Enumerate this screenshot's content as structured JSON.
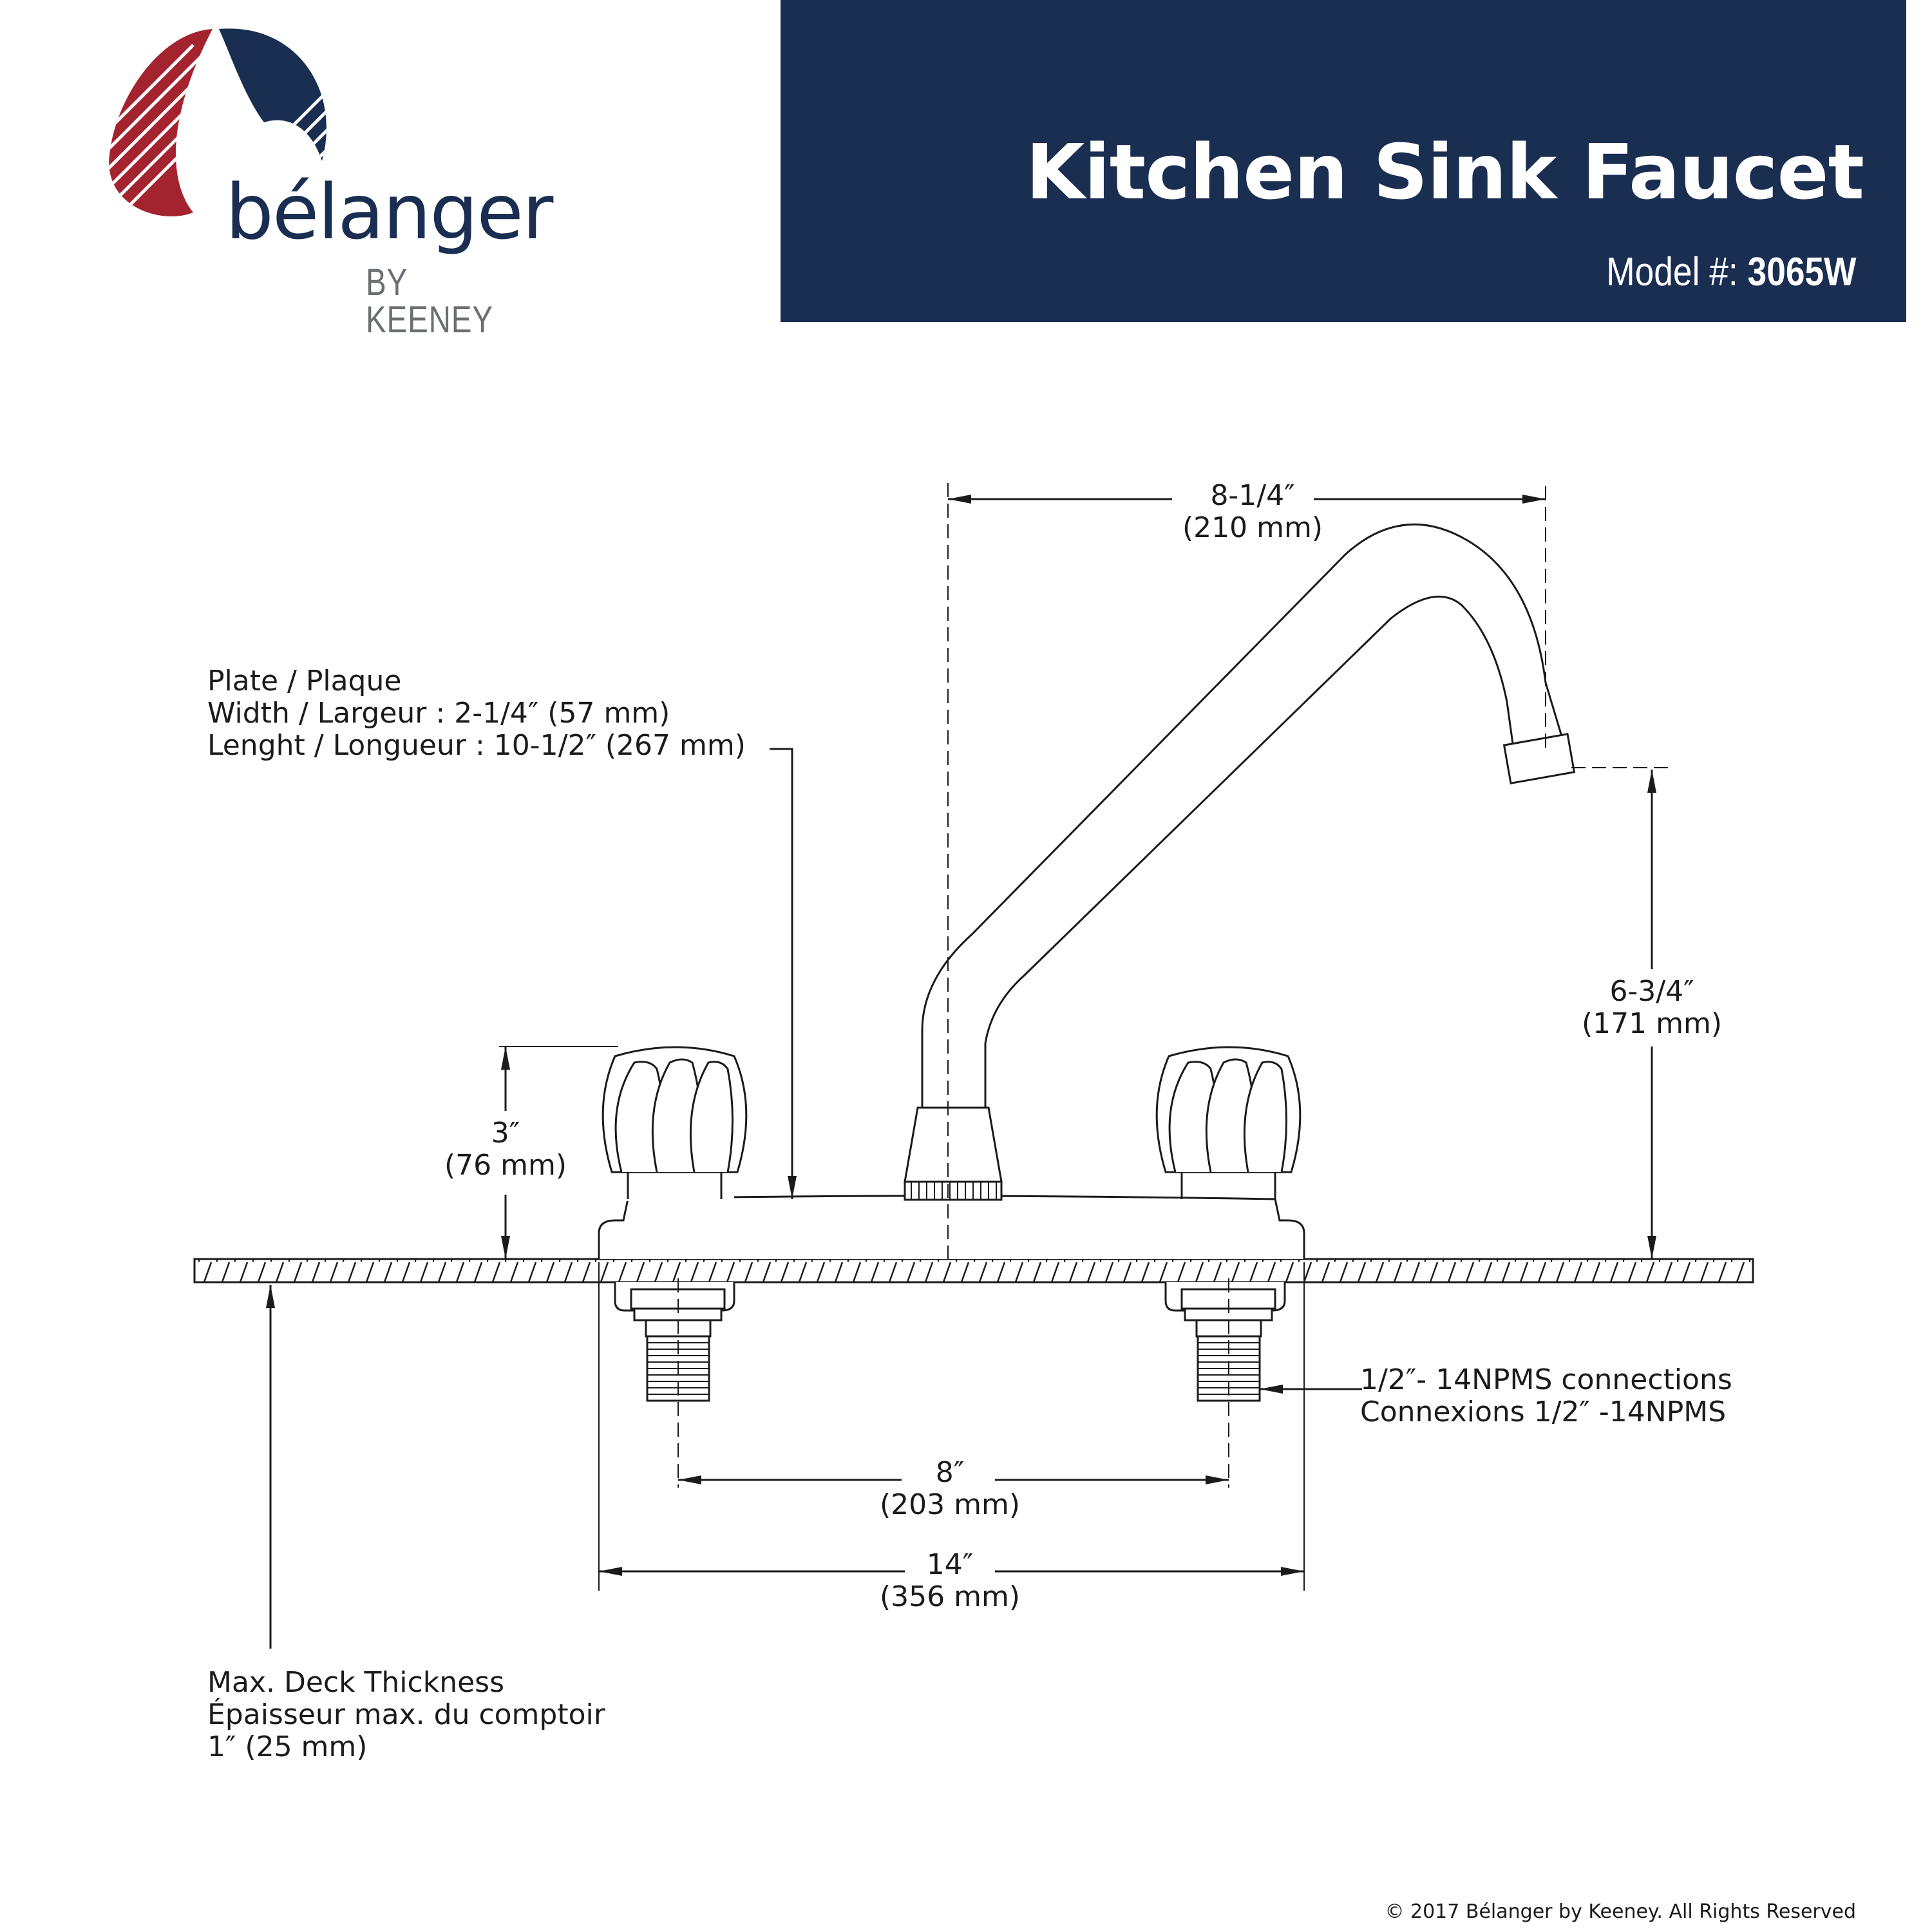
{
  "brand": {
    "name": "bélanger",
    "sub": "BY KEENEY"
  },
  "header": {
    "title": "Kitchen Sink Faucet",
    "model_label": "Model #:",
    "model_number": "3065W"
  },
  "dimensions": {
    "spout_reach": {
      "imperial": "8-1/4″",
      "metric": "(210 mm)"
    },
    "spout_height": {
      "imperial": "6-3/4″",
      "metric": "(171 mm)"
    },
    "handle_height": {
      "imperial": "3″",
      "metric": "(76 mm)"
    },
    "center_spacing": {
      "imperial": "8″",
      "metric": "(203 mm)"
    },
    "overall_length": {
      "imperial": "14″",
      "metric": "(356 mm)"
    }
  },
  "plate_note": {
    "line1": "Plate / Plaque",
    "line2": "Width / Largeur : 2-1/4″ (57 mm)",
    "line3": "Lenght / Longueur : 10-1/2″ (267 mm)"
  },
  "connections_note": {
    "line1": "1/2″- 14NPMS connections",
    "line2": "Connexions 1/2″ -14NPMS"
  },
  "deck_note": {
    "line1": "Max. Deck Thickness",
    "line2": "Épaisseur max. du comptoir",
    "line3": "1″ (25 mm)"
  },
  "footer": {
    "copyright": "© 2017 Bélanger by Keeney. All Rights Reserved"
  },
  "colors": {
    "navy": "#1a2e52",
    "red": "#a3232f",
    "line": "#1b1b1b"
  }
}
